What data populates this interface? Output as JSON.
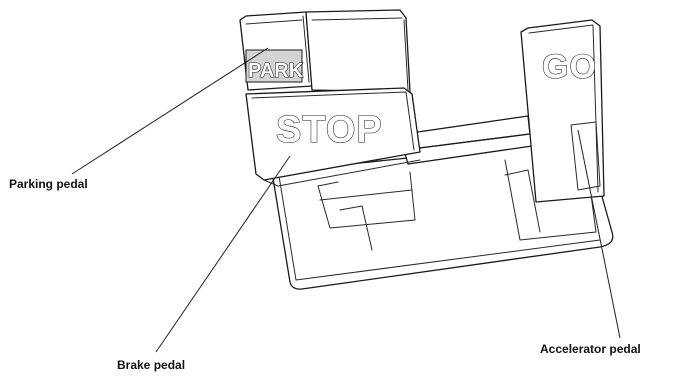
{
  "labels": {
    "parking": "Parking pedal",
    "brake": "Brake pedal",
    "accelerator": "Accelerator pedal"
  },
  "pedal_text": {
    "park": "PARK",
    "stop": "STOP",
    "go": "GO"
  },
  "colors": {
    "line": "#1a1a1a",
    "text": "#111111",
    "background": "#ffffff"
  }
}
